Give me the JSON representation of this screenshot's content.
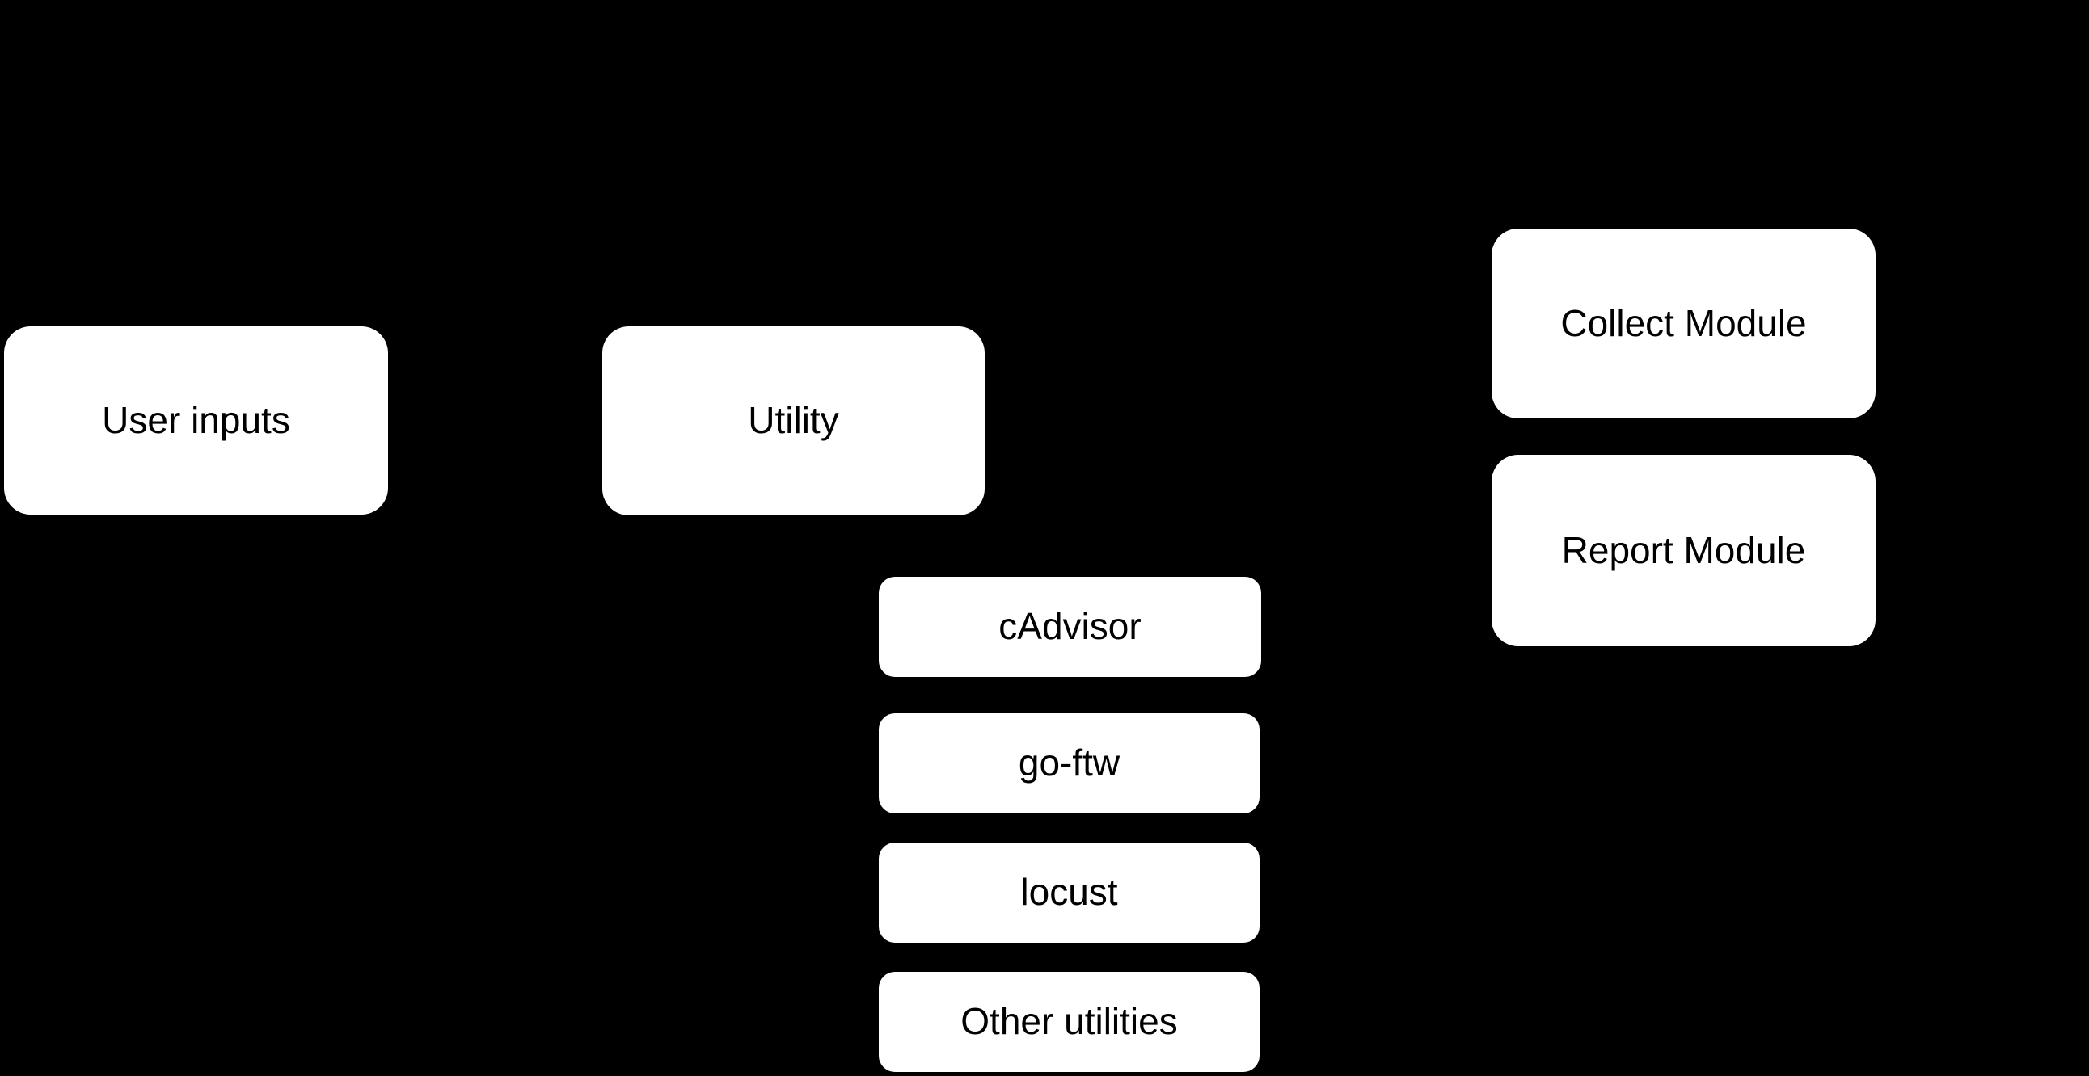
{
  "diagram": {
    "colors": {
      "background": "#000000",
      "node_fill": "#ffffff",
      "node_text": "#000000"
    },
    "nodes": {
      "user_inputs": {
        "label": "User inputs"
      },
      "utility": {
        "label": "Utility"
      },
      "collect_module": {
        "label": "Collect Module"
      },
      "report_module": {
        "label": "Report Module"
      },
      "cadvisor": {
        "label": "cAdvisor"
      },
      "go_ftw": {
        "label": "go-ftw"
      },
      "locust": {
        "label": "locust"
      },
      "other_utilities": {
        "label": "Other utilities"
      }
    }
  }
}
